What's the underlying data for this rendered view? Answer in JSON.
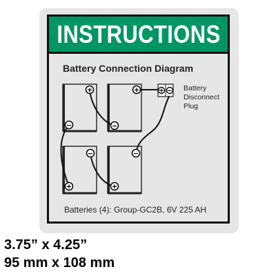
{
  "banner": {
    "title": "INSTRUCTIONS",
    "color": "#009664"
  },
  "diagram": {
    "title": "Battery Connection Diagram",
    "plug_label": [
      "Battery",
      "Disconnect",
      "Plug"
    ],
    "caption": "Batteries (4): Group-GC2B, 6V 225 AH",
    "terminal_symbols": {
      "positive": "+",
      "negative": "−"
    },
    "batteries": [
      {
        "id": "battery-1",
        "position": "top-left"
      },
      {
        "id": "battery-2",
        "position": "top-right"
      },
      {
        "id": "battery-3",
        "position": "bottom-left"
      },
      {
        "id": "battery-4",
        "position": "bottom-right"
      }
    ]
  },
  "dimensions": {
    "imperial": "3.75” x 4.25”",
    "metric": "95 mm x 108 mm"
  }
}
